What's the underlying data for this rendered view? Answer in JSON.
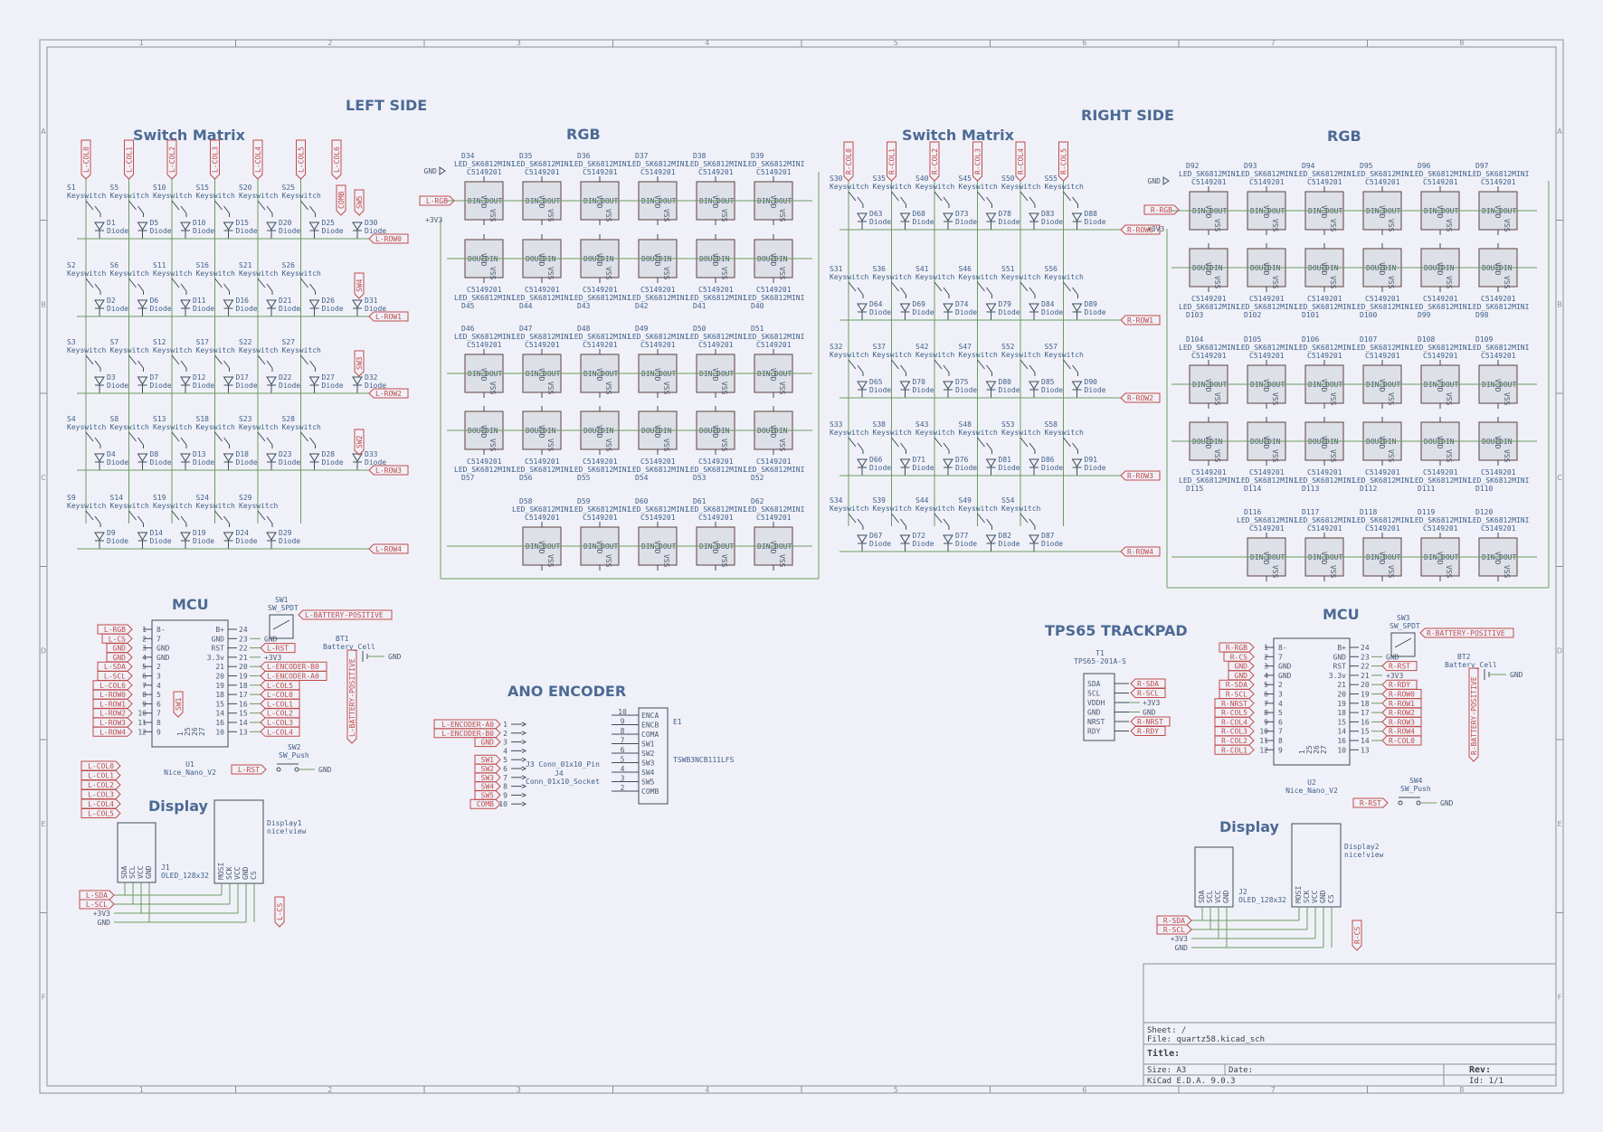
{
  "sections": {
    "left_side": "LEFT SIDE",
    "right_side": "RIGHT SIDE",
    "switch_matrix_left": "Switch Matrix",
    "rgb_left": "RGB",
    "switch_matrix_right": "Switch Matrix",
    "rgb_right": "RGB",
    "mcu_left": "MCU",
    "mcu_right": "MCU",
    "display_left": "Display",
    "display_right": "Display",
    "ano_encoder": "ANO ENCODER",
    "trackpad": "TPS65 TRACKPAD"
  },
  "frame": {
    "col_numbers": [
      "1",
      "2",
      "3",
      "4",
      "5",
      "6",
      "7",
      "8"
    ],
    "row_letters": [
      "A",
      "B",
      "C",
      "D",
      "E",
      "F"
    ]
  },
  "left_matrix": {
    "columns": [
      "L-COL0",
      "L-COL1",
      "L-COL2",
      "L-COL3",
      "L-COL4",
      "L-COL5",
      "L-COL6"
    ],
    "rows": [
      "L-ROW0",
      "L-ROW1",
      "L-ROW2",
      "L-ROW3",
      "L-ROW4"
    ],
    "switch_value": "Keyswitch",
    "diode_value": "Diode",
    "switches": [
      [
        "S1",
        "S5",
        "S10",
        "S15",
        "S20",
        "S25"
      ],
      [
        "S2",
        "S6",
        "S11",
        "S16",
        "S21",
        "S26"
      ],
      [
        "S3",
        "S7",
        "S12",
        "S17",
        "S22",
        "S27"
      ],
      [
        "S4",
        "S8",
        "S13",
        "S18",
        "S23",
        "S28"
      ],
      [
        "S9",
        "S14",
        "S19",
        "S24",
        "S29"
      ]
    ],
    "diodes": [
      [
        "D1",
        "D5",
        "D10",
        "D15",
        "D20",
        "D25",
        "D30"
      ],
      [
        "D2",
        "D6",
        "D11",
        "D16",
        "D21",
        "D26",
        "D31"
      ],
      [
        "D3",
        "D7",
        "D12",
        "D17",
        "D22",
        "D27",
        "D32"
      ],
      [
        "D4",
        "D8",
        "D13",
        "D18",
        "D23",
        "D28",
        "D33"
      ],
      [
        "D9",
        "D14",
        "D19",
        "D24",
        "D29"
      ]
    ],
    "side_labels": [
      "COMB",
      "SW5",
      "SW4",
      "SW3",
      "SW2"
    ]
  },
  "right_matrix": {
    "columns": [
      "R-COL0",
      "R-COL1",
      "R-COL2",
      "R-COL3",
      "R-COL4",
      "R-COL5"
    ],
    "rows": [
      "R-ROW0",
      "R-ROW1",
      "R-ROW2",
      "R-ROW3",
      "R-ROW4"
    ],
    "switch_value": "Keyswitch",
    "diode_value": "Diode",
    "switches": [
      [
        "S30",
        "S35",
        "S40",
        "S45",
        "S50",
        "S55"
      ],
      [
        "S31",
        "S36",
        "S41",
        "S46",
        "S51",
        "S56"
      ],
      [
        "S32",
        "S37",
        "S42",
        "S47",
        "S52",
        "S57"
      ],
      [
        "S33",
        "S38",
        "S43",
        "S48",
        "S53",
        "S58"
      ],
      [
        "S34",
        "S39",
        "S44",
        "S49",
        "S54"
      ]
    ],
    "diodes": [
      [
        "D63",
        "D68",
        "D73",
        "D78",
        "D83",
        "D88"
      ],
      [
        "D64",
        "D69",
        "D74",
        "D79",
        "D84",
        "D89"
      ],
      [
        "D65",
        "D70",
        "D75",
        "D80",
        "D85",
        "D90"
      ],
      [
        "D66",
        "D71",
        "D76",
        "D81",
        "D86",
        "D91"
      ],
      [
        "D67",
        "D72",
        "D77",
        "D82",
        "D87"
      ]
    ]
  },
  "led": {
    "value": "LED_SK6812MINI",
    "lcsc": "C5149201",
    "pin_din": "DIN",
    "pin_dout": "DOUT",
    "pin_vdd": "VDD",
    "pin_vss": "VSS",
    "left_refs": [
      [
        "D34",
        "D35",
        "D36",
        "D37",
        "D38",
        "D39"
      ],
      [
        "D45",
        "D44",
        "D43",
        "D42",
        "D41",
        "D40"
      ],
      [
        "D46",
        "D47",
        "D48",
        "D49",
        "D50",
        "D51"
      ],
      [
        "D57",
        "D56",
        "D55",
        "D54",
        "D53",
        "D52"
      ],
      [
        "D58",
        "D59",
        "D60",
        "D61",
        "D62"
      ]
    ],
    "right_refs": [
      [
        "D92",
        "D93",
        "D94",
        "D95",
        "D96",
        "D97"
      ],
      [
        "D103",
        "D102",
        "D101",
        "D100",
        "D99",
        "D98"
      ],
      [
        "D104",
        "D105",
        "D106",
        "D107",
        "D108",
        "D109"
      ],
      [
        "D115",
        "D114",
        "D113",
        "D112",
        "D111",
        "D110"
      ],
      [
        "D116",
        "D117",
        "D118",
        "D119",
        "D120"
      ]
    ]
  },
  "power": {
    "gnd": "GND",
    "v33": "+3V3",
    "l_rgb": "L-RGB",
    "r_rgb": "R-RGB"
  },
  "mcu_left": {
    "ref": "U1",
    "value": "Nice_Nano_V2",
    "left_pins": [
      {
        "n": "1",
        "name": "8-"
      },
      {
        "n": "2",
        "name": "7"
      },
      {
        "n": "3",
        "name": "GND"
      },
      {
        "n": "4",
        "name": "GND"
      },
      {
        "n": "5",
        "name": "2"
      },
      {
        "n": "6",
        "name": "3"
      },
      {
        "n": "7",
        "name": "4"
      },
      {
        "n": "8",
        "name": "5"
      },
      {
        "n": "9",
        "name": "6"
      },
      {
        "n": "10",
        "name": "7"
      },
      {
        "n": "11",
        "name": "8"
      },
      {
        "n": "12",
        "name": "9"
      }
    ],
    "right_pins": [
      {
        "n": "24",
        "name": "B+"
      },
      {
        "n": "23",
        "name": "GND"
      },
      {
        "n": "22",
        "name": "RST"
      },
      {
        "n": "21",
        "name": "3.3v"
      },
      {
        "n": "20",
        "name": "21"
      },
      {
        "n": "19",
        "name": "20"
      },
      {
        "n": "18",
        "name": "19"
      },
      {
        "n": "17",
        "name": "18"
      },
      {
        "n": "16",
        "name": "15"
      },
      {
        "n": "15",
        "name": "14"
      },
      {
        "n": "14",
        "name": "16"
      },
      {
        "n": "13",
        "name": "10"
      }
    ],
    "left_labels": [
      "L-RGB",
      "L-CS",
      "GND",
      "GND",
      "L-SDA",
      "L-SCL",
      "L-COL6",
      "L-ROW0",
      "L-ROW1",
      "L-ROW2",
      "L-ROW3",
      "L-ROW4"
    ],
    "right_labels": [
      "GND",
      "L-RST",
      "+3V3",
      "L-ENCODER-B0",
      "L-ENCODER-A0",
      "L-COL5",
      "L-COL0",
      "L-COL1",
      "L-COL2",
      "L-COL3",
      "L-COL4"
    ],
    "bottom_pins": [
      "1",
      "25",
      "26",
      "27"
    ],
    "sw_label": "SW1"
  },
  "left_col_labels": [
    "L-COL0",
    "L-COL1",
    "L-COL2",
    "L-COL3",
    "L-COL4",
    "L-COL5"
  ],
  "sw_spdt_left": {
    "ref": "SW1",
    "value": "SW_SPDT",
    "net": "L-BATTERY-POSITIVE"
  },
  "battery_left": {
    "ref": "BT1",
    "value": "Battery_Cell",
    "net": "L-BATTERY-POSITIVE"
  },
  "sw_push_left": {
    "ref": "SW2",
    "value": "SW_Push",
    "net": "L-RST"
  },
  "mcu_right": {
    "ref": "U2",
    "value": "Nice_Nano_V2",
    "left_labels": [
      "R-RGB",
      "R-CS",
      "GND",
      "GND",
      "R-SDA",
      "R-SCL",
      "R-NRST",
      "R-COL5",
      "R-COL4",
      "R-COL3",
      "R-COL2",
      "R-COL1"
    ],
    "right_labels": [
      "GND",
      "R-RST",
      "+3V3",
      "R-RDY",
      "R-ROW0",
      "R-ROW1",
      "R-ROW2",
      "R-ROW3",
      "R-ROW4",
      "R-COL0"
    ]
  },
  "sw_spdt_right": {
    "ref": "SW3",
    "value": "SW_SPDT",
    "net": "R-BATTERY-POSITIVE"
  },
  "battery_right": {
    "ref": "BT2",
    "value": "Battery_Cell",
    "net": "R-BATTERY-POSITIVE"
  },
  "sw_push_right": {
    "ref": "SW4",
    "value": "SW_Push",
    "net": "R-RST"
  },
  "encoder": {
    "conn_ref": "J3",
    "conn_value": "Conn_01x10_Pin",
    "sock_ref": "J4",
    "sock_value": "Conn_01x10_Socket",
    "enc_ref": "E1",
    "enc_value": "TSWB3NCB111LFS",
    "labels": [
      "L-ENCODER-A0",
      "L-ENCODER-B0",
      "GND",
      "",
      "SW1",
      "SW2",
      "SW3",
      "SW4",
      "SW5",
      "COMB"
    ],
    "enc_pins": [
      "ENCA",
      "ENCB",
      "COMA",
      "SW1",
      "SW2",
      "SW3",
      "SW4",
      "SW5",
      "COMB"
    ]
  },
  "trackpad": {
    "ref": "T1",
    "value": "TPS65-201A-S",
    "pins": [
      "SDA",
      "SCL",
      "VDDH",
      "GND",
      "NRST",
      "RDY"
    ],
    "labels": [
      "R-SDA",
      "R-SCL",
      "+3V3",
      "GND",
      "R-NRST",
      "R-RDY"
    ]
  },
  "display_left": {
    "j_ref": "J1",
    "j_value": "OLED_128x32",
    "d_ref": "Display1",
    "d_value": "nice!view",
    "j_pins": [
      "SDA",
      "SCL",
      "VCC",
      "GND"
    ],
    "d_pins": [
      "MOSI",
      "SCK",
      "VCC",
      "GND",
      "CS"
    ],
    "labels": [
      "L-SDA",
      "L-SCL",
      "+3V3",
      "GND"
    ],
    "cs_label": "L-CS"
  },
  "display_right": {
    "j_ref": "J2",
    "j_value": "OLED_128x32",
    "d_ref": "Display2",
    "d_value": "nice!view",
    "labels": [
      "R-SDA",
      "R-SCL",
      "+3V3",
      "GND"
    ],
    "cs_label": "R-CS"
  },
  "title_block": {
    "sheet": "Sheet: /",
    "file": "File: quartz58.kicad_sch",
    "title": "Title:",
    "size": "Size: A3",
    "date": "Date:",
    "rev": "Rev:",
    "tool": "KiCad E.D.A. 9.0.3",
    "id": "Id: 1/1"
  }
}
